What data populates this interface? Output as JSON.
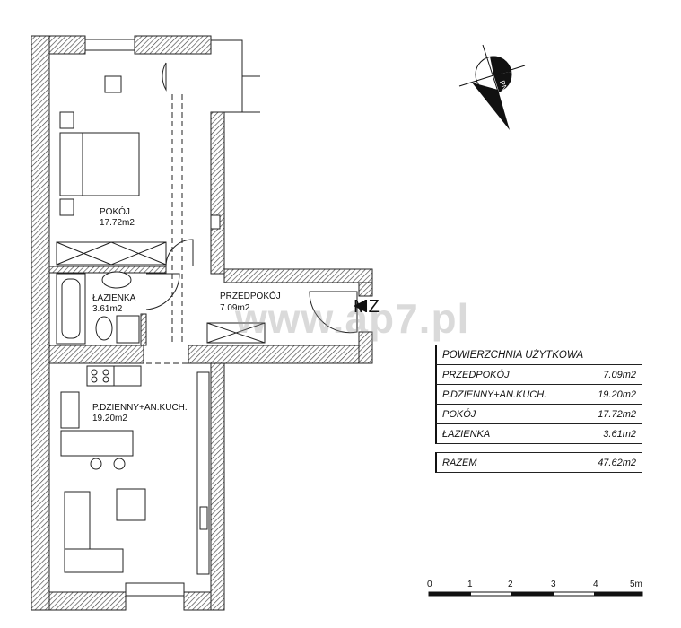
{
  "rooms": {
    "pokoj": {
      "name": "POKÓJ",
      "area": "17.72m2"
    },
    "lazienka": {
      "name": "ŁAZIENKA",
      "area": "3.61m2"
    },
    "przedpokoj": {
      "name": "PRZEDPOKÓJ",
      "area": "7.09m2"
    },
    "dzienny": {
      "name": "P.DZIENNY+AN.KUCH.",
      "area": "19.20m2"
    }
  },
  "entrance_label": "MZ",
  "compass_label": "PN",
  "watermark": "www.ap7.pl",
  "area_table": {
    "title": "POWIERZCHNIA UŻYTKOWA",
    "rows": [
      {
        "name": "PRZEDPOKÓJ",
        "area": "7.09m2"
      },
      {
        "name": "P.DZIENNY+AN.KUCH.",
        "area": "19.20m2"
      },
      {
        "name": "POKÓJ",
        "area": "17.72m2"
      },
      {
        "name": "ŁAZIENKA",
        "area": "3.61m2"
      }
    ],
    "total": {
      "name": "RAZEM",
      "area": "47.62m2"
    }
  },
  "scale_bar": {
    "ticks": [
      "0",
      "1",
      "2",
      "3",
      "4",
      "5m"
    ]
  }
}
